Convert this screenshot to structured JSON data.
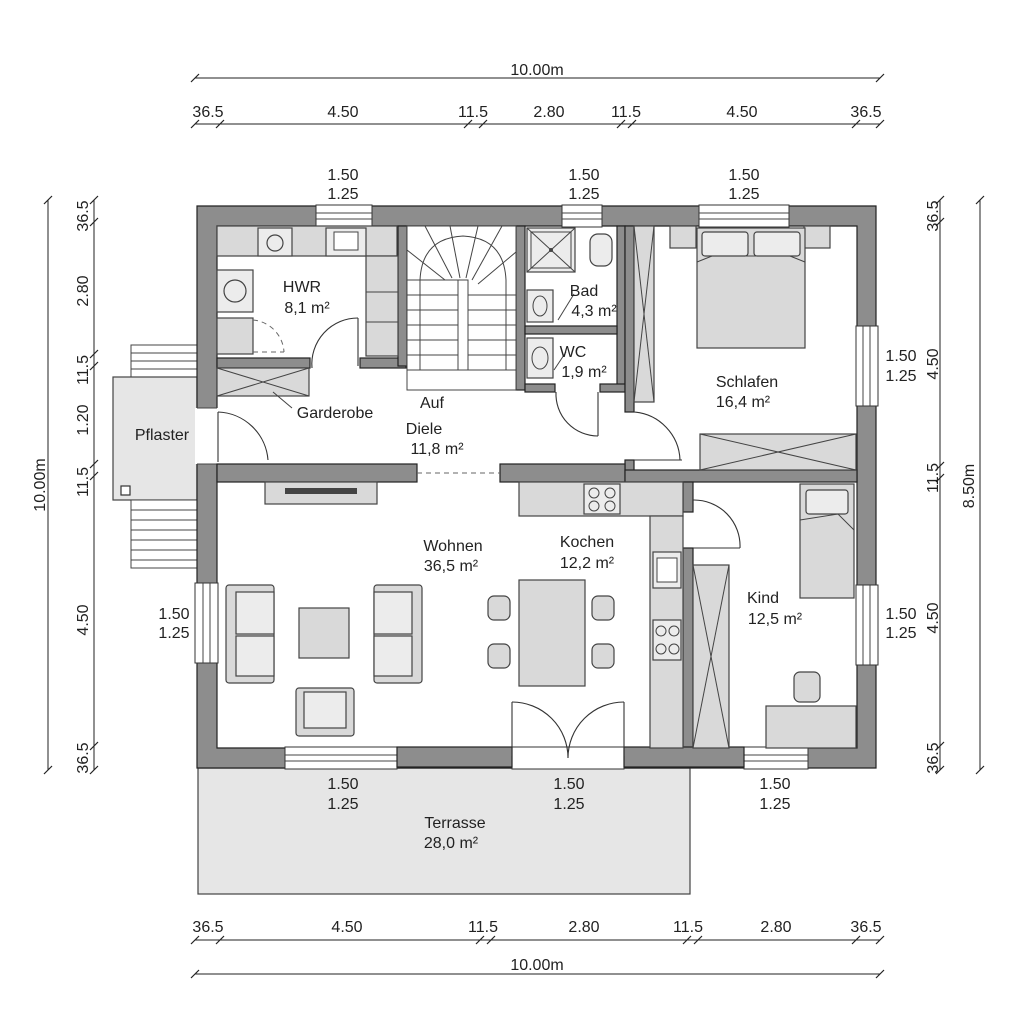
{
  "dimensions": {
    "top_total": "10.00m",
    "top_segments": [
      "36.5",
      "4.50",
      "11.5",
      "2.80",
      "11.5",
      "4.50",
      "36.5"
    ],
    "bottom_total": "10.00m",
    "bottom_segments": [
      "36.5",
      "4.50",
      "11.5",
      "2.80",
      "11.5",
      "2.80",
      "36.5"
    ],
    "left_total": "10.00m",
    "left_segments": [
      "36.5",
      "2.80",
      "11.5",
      "1.20",
      "11.5",
      "4.50",
      "36.5"
    ],
    "right_total": "8.50m",
    "right_segments": [
      "36.5",
      "4.50",
      "11.5",
      "4.50",
      "36.5"
    ]
  },
  "openings": {
    "top": [
      {
        "w": "1.50",
        "h": "1.25"
      },
      {
        "w": "1.50",
        "h": "1.25"
      },
      {
        "w": "1.50",
        "h": "1.25"
      }
    ],
    "right": [
      {
        "w": "1.50",
        "h": "1.25"
      },
      {
        "w": "1.50",
        "h": "1.25"
      }
    ],
    "left": [
      {
        "w": "1.50",
        "h": "1.25"
      }
    ],
    "bottom": [
      {
        "w": "1.50",
        "h": "1.25"
      },
      {
        "w": "1.50",
        "h": "1.25"
      },
      {
        "w": "1.50",
        "h": "1.25"
      }
    ]
  },
  "rooms": {
    "hwr": {
      "name": "HWR",
      "area": "8,1 m²"
    },
    "garderobe": {
      "name": "Garderobe"
    },
    "auf": {
      "name": "Auf"
    },
    "diele": {
      "name": "Diele",
      "area": "11,8 m²"
    },
    "bad": {
      "name": "Bad",
      "area": "4,3 m²"
    },
    "wc": {
      "name": "WC",
      "area": "1,9 m²"
    },
    "schlafen": {
      "name": "Schlafen",
      "area": "16,4 m²"
    },
    "wohnen": {
      "name": "Wohnen",
      "area": "36,5 m²"
    },
    "kochen": {
      "name": "Kochen",
      "area": "12,2 m²"
    },
    "kind": {
      "name": "Kind",
      "area": "12,5 m²"
    },
    "pflaster": {
      "name": "Pflaster"
    },
    "terrasse": {
      "name": "Terrasse",
      "area": "28,0 m²"
    }
  }
}
